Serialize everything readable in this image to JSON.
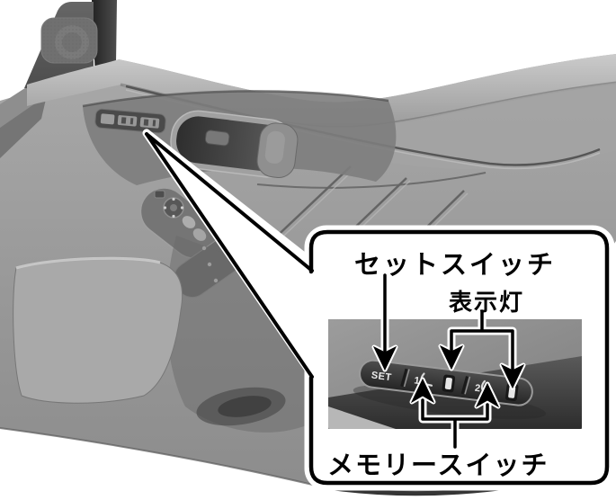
{
  "figure": {
    "callout": {
      "set_switch_label": "セットスイッチ",
      "indicator_label": "表示灯",
      "memory_switch_label": "メモリースイッチ",
      "switch_panel": {
        "set_button": "SET",
        "memory_button_1": "1",
        "memory_button_2": "2"
      }
    },
    "icons": {
      "seat_profile": "seat-profile-icon",
      "arrow_down": "arrow-down-icon",
      "arrow_up": "arrow-up-icon",
      "speaker": "speaker-grille-icon",
      "mirror_knob": "mirror-adjust-knob-icon"
    },
    "colors": {
      "background": "#ffffff",
      "outline": "#000000",
      "door_gray": "#9a9a9a",
      "photo_gray": "#8e8e8e",
      "switch_pill": "#333333",
      "indicator_lamp": "#e6e6e6"
    }
  }
}
